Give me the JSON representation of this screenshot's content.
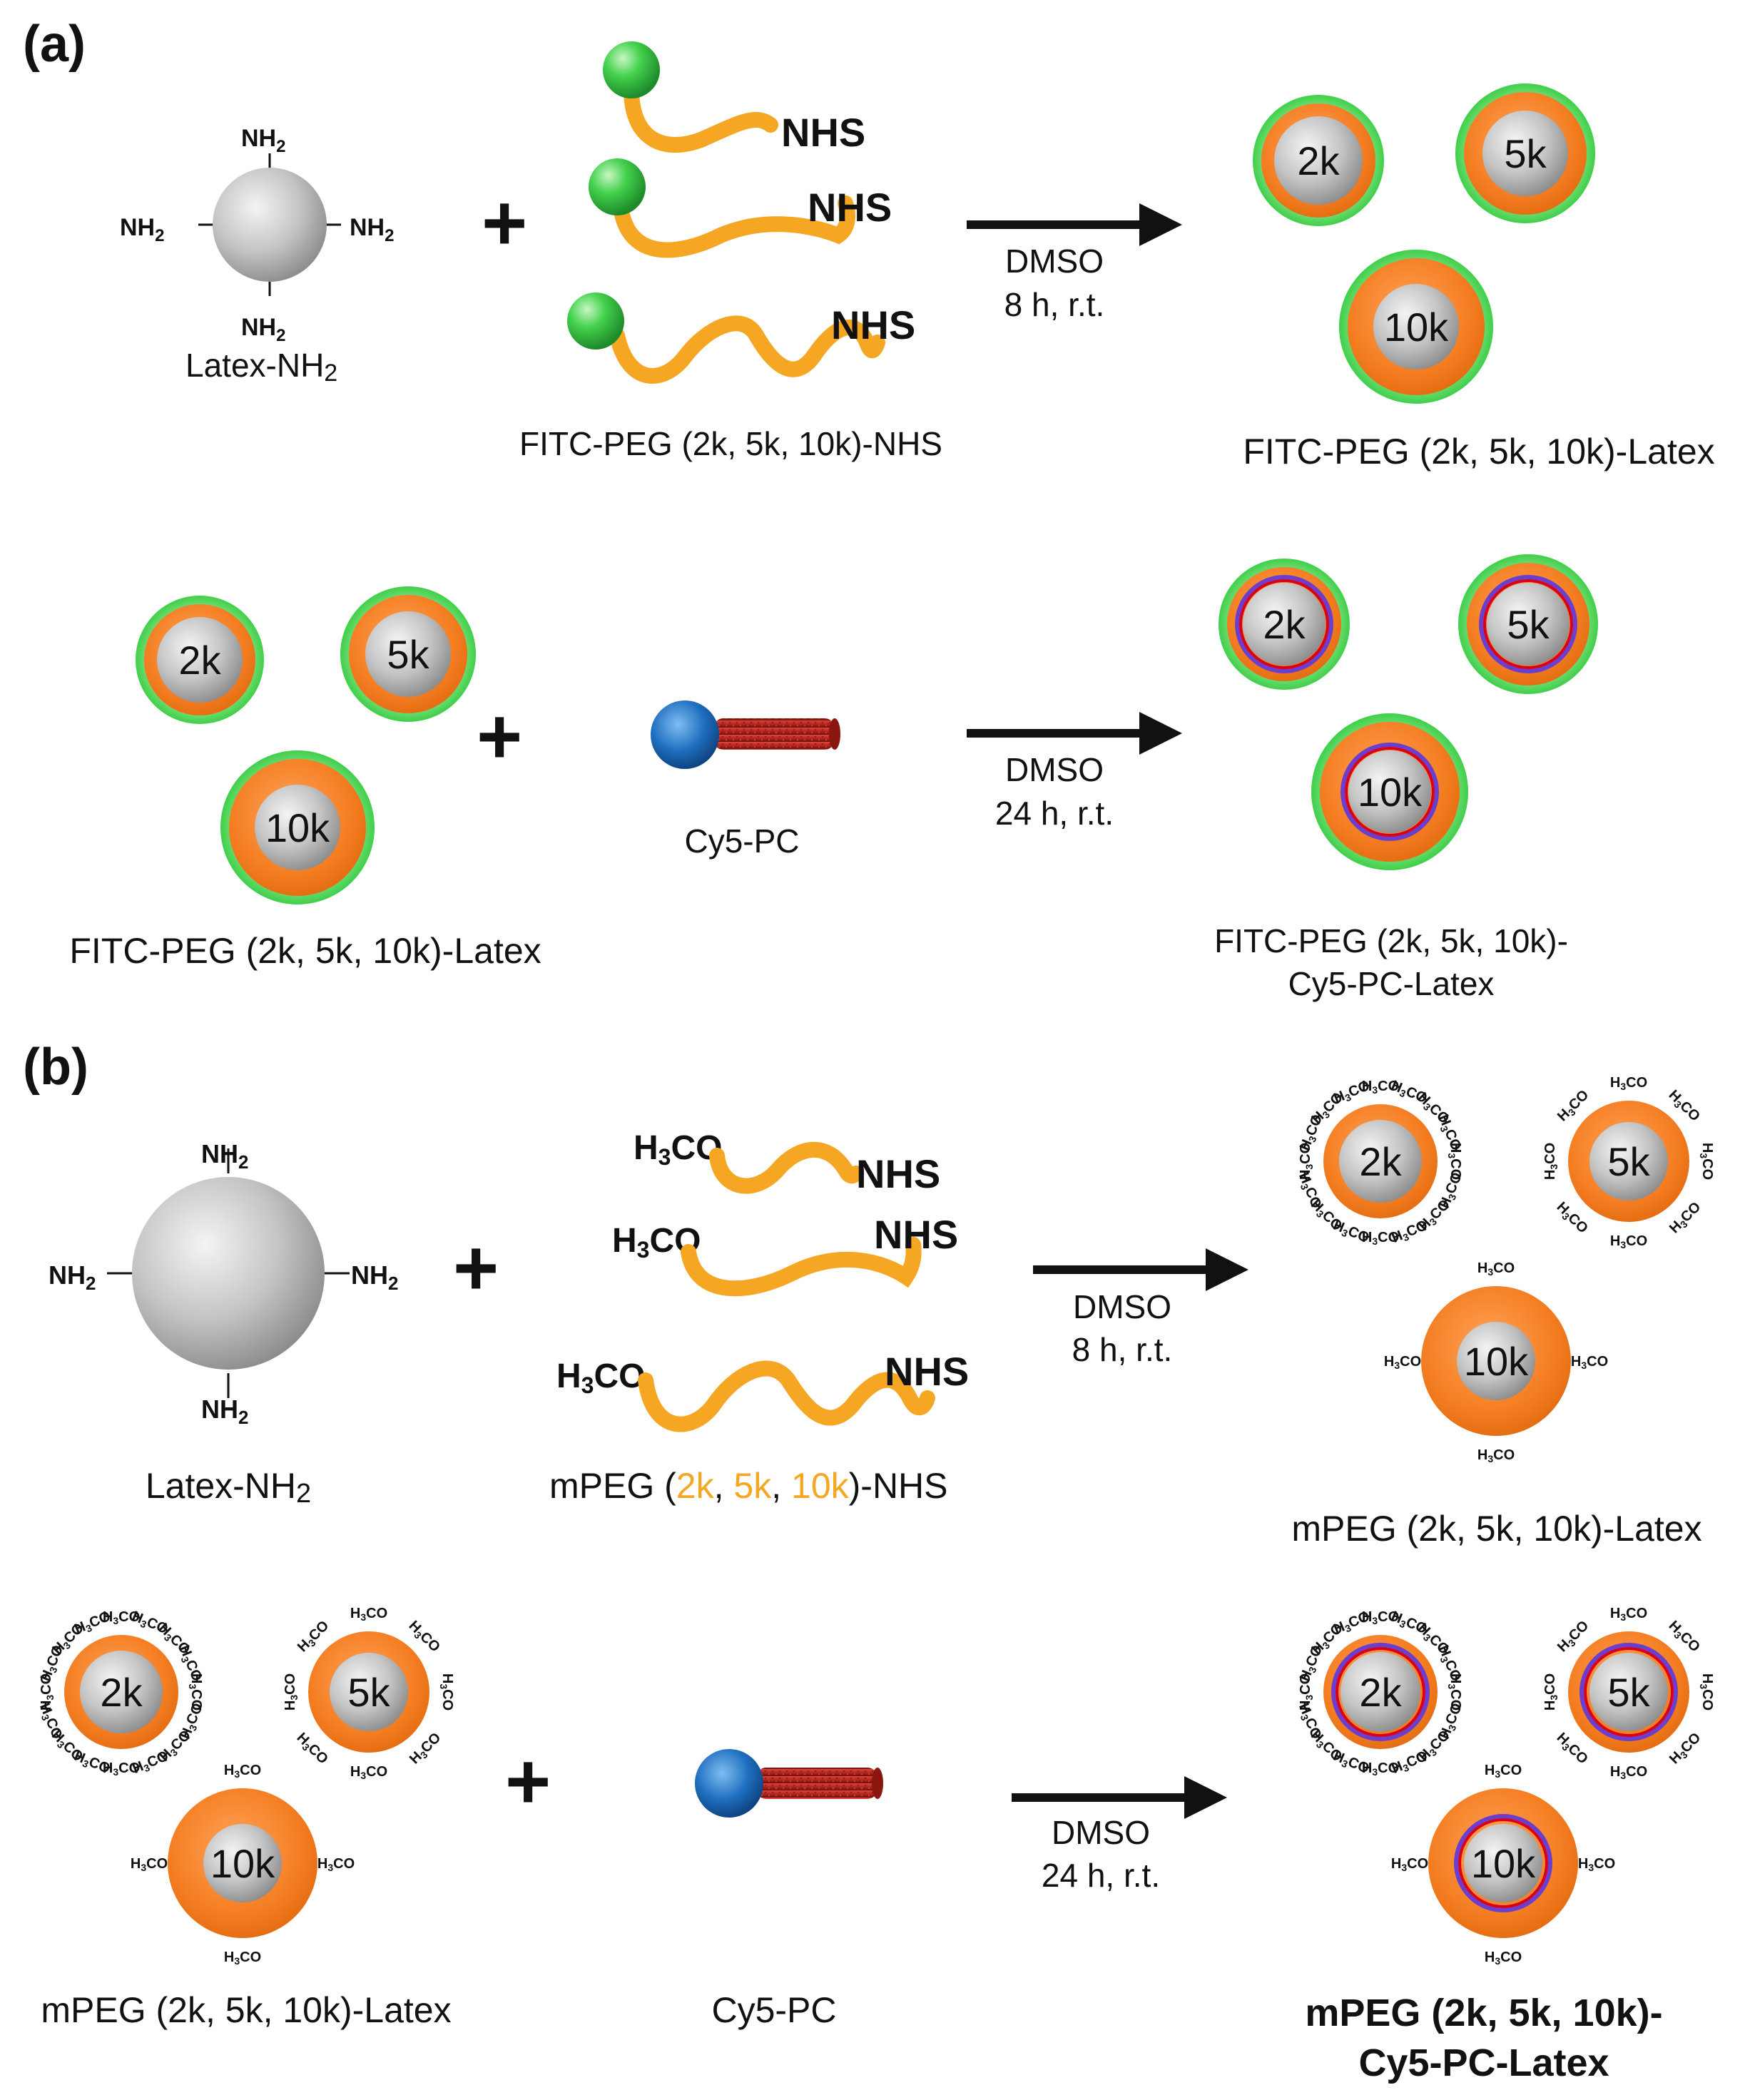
{
  "panels": {
    "a": "(a)",
    "b": "(b)"
  },
  "amine": {
    "n": "NH",
    "sub": "2"
  },
  "latex": {
    "base": "Latex-NH",
    "sub": "2"
  },
  "plus": "+",
  "nhs": "NHS",
  "methoxy": {
    "h": "H",
    "sub": "3",
    "co": "CO"
  },
  "sizes": [
    "2k",
    "5k",
    "10k"
  ],
  "reaction1": {
    "solvent": "DMSO",
    "time": "8 h, r.t."
  },
  "reaction2": {
    "solvent": "DMSO",
    "time": "24 h, r.t."
  },
  "labels": {
    "fitc_peg_nhs": "FITC-PEG (2k, 5k, 10k)-NHS",
    "fitc_peg_latex": "FITC-PEG (2k, 5k, 10k)-Latex",
    "cy5_pc": "Cy5-PC",
    "fitc_cy5_line1": "FITC-PEG (2k, 5k, 10k)-",
    "fitc_cy5_line2": "Cy5-PC-Latex",
    "mpeg_latex": "mPEG (2k, 5k, 10k)-Latex",
    "mpeg_nhs": {
      "pre": "mPEG (",
      "s1": "2k",
      "c1": ", ",
      "s2": "5k",
      "c2": ", ",
      "s3": "10k",
      "post": ")-NHS"
    },
    "mpeg_cy5_line1": "mPEG (2k, 5k, 10k)-",
    "mpeg_cy5_line2": "Cy5-PC-Latex"
  },
  "colors": {
    "orange": "#f47c20",
    "peg_chain": "#f5a623",
    "fitc_green": "#3fcf4a",
    "cy5_blue": "#1f6fbf",
    "lipid_red": "#b3261e",
    "ring_red": "#d6001c",
    "ring_blue": "#6a3fd0",
    "core_gray": "#b5b5b5"
  }
}
